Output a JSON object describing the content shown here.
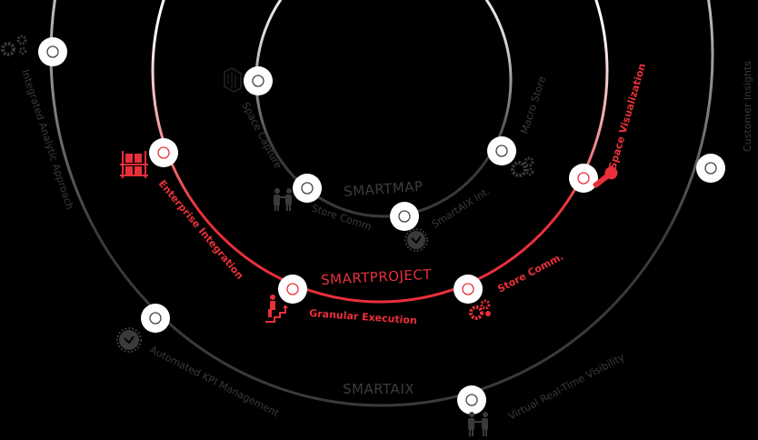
{
  "colors": {
    "background": "#000000",
    "ring_light": "#ffffff",
    "ring_dark": "#3a3a3a",
    "accent_red": "#e8303a",
    "label_gray": "#3a3a3a"
  },
  "rings": [
    {
      "id": "smartmap",
      "title": "SMARTMAP",
      "color": "gray",
      "nodes": [
        {
          "label": "Space Capture",
          "icon": "blueprint-icon"
        },
        {
          "label": "Store Comm",
          "icon": "two-people-icon"
        },
        {
          "label": "SmartAIX Int.",
          "icon": "gear-badge-icon"
        },
        {
          "label": "Macro Store",
          "icon": "gears-icon"
        }
      ]
    },
    {
      "id": "smartproject",
      "title": "SMARTPROJECT",
      "color": "red",
      "nodes": [
        {
          "label": "Enterprise Integration",
          "icon": "shelving-icon"
        },
        {
          "label": "Granular Execution",
          "icon": "stairs-climb-icon"
        },
        {
          "label": "Store Comm.",
          "icon": "gears-icon"
        },
        {
          "label": "Space Visualization",
          "icon": "spray-icon"
        }
      ]
    },
    {
      "id": "smartaix",
      "title": "SMARTAIX",
      "color": "gray",
      "nodes": [
        {
          "label": "Integrated Analytic Approach",
          "icon": "gears-icon"
        },
        {
          "label": "Automated KPI Management",
          "icon": "gear-badge-icon"
        },
        {
          "label": "Virtual Real-Time Visibility",
          "icon": "two-people-icon"
        },
        {
          "label": "Customer Insights",
          "icon": "none"
        }
      ]
    }
  ]
}
